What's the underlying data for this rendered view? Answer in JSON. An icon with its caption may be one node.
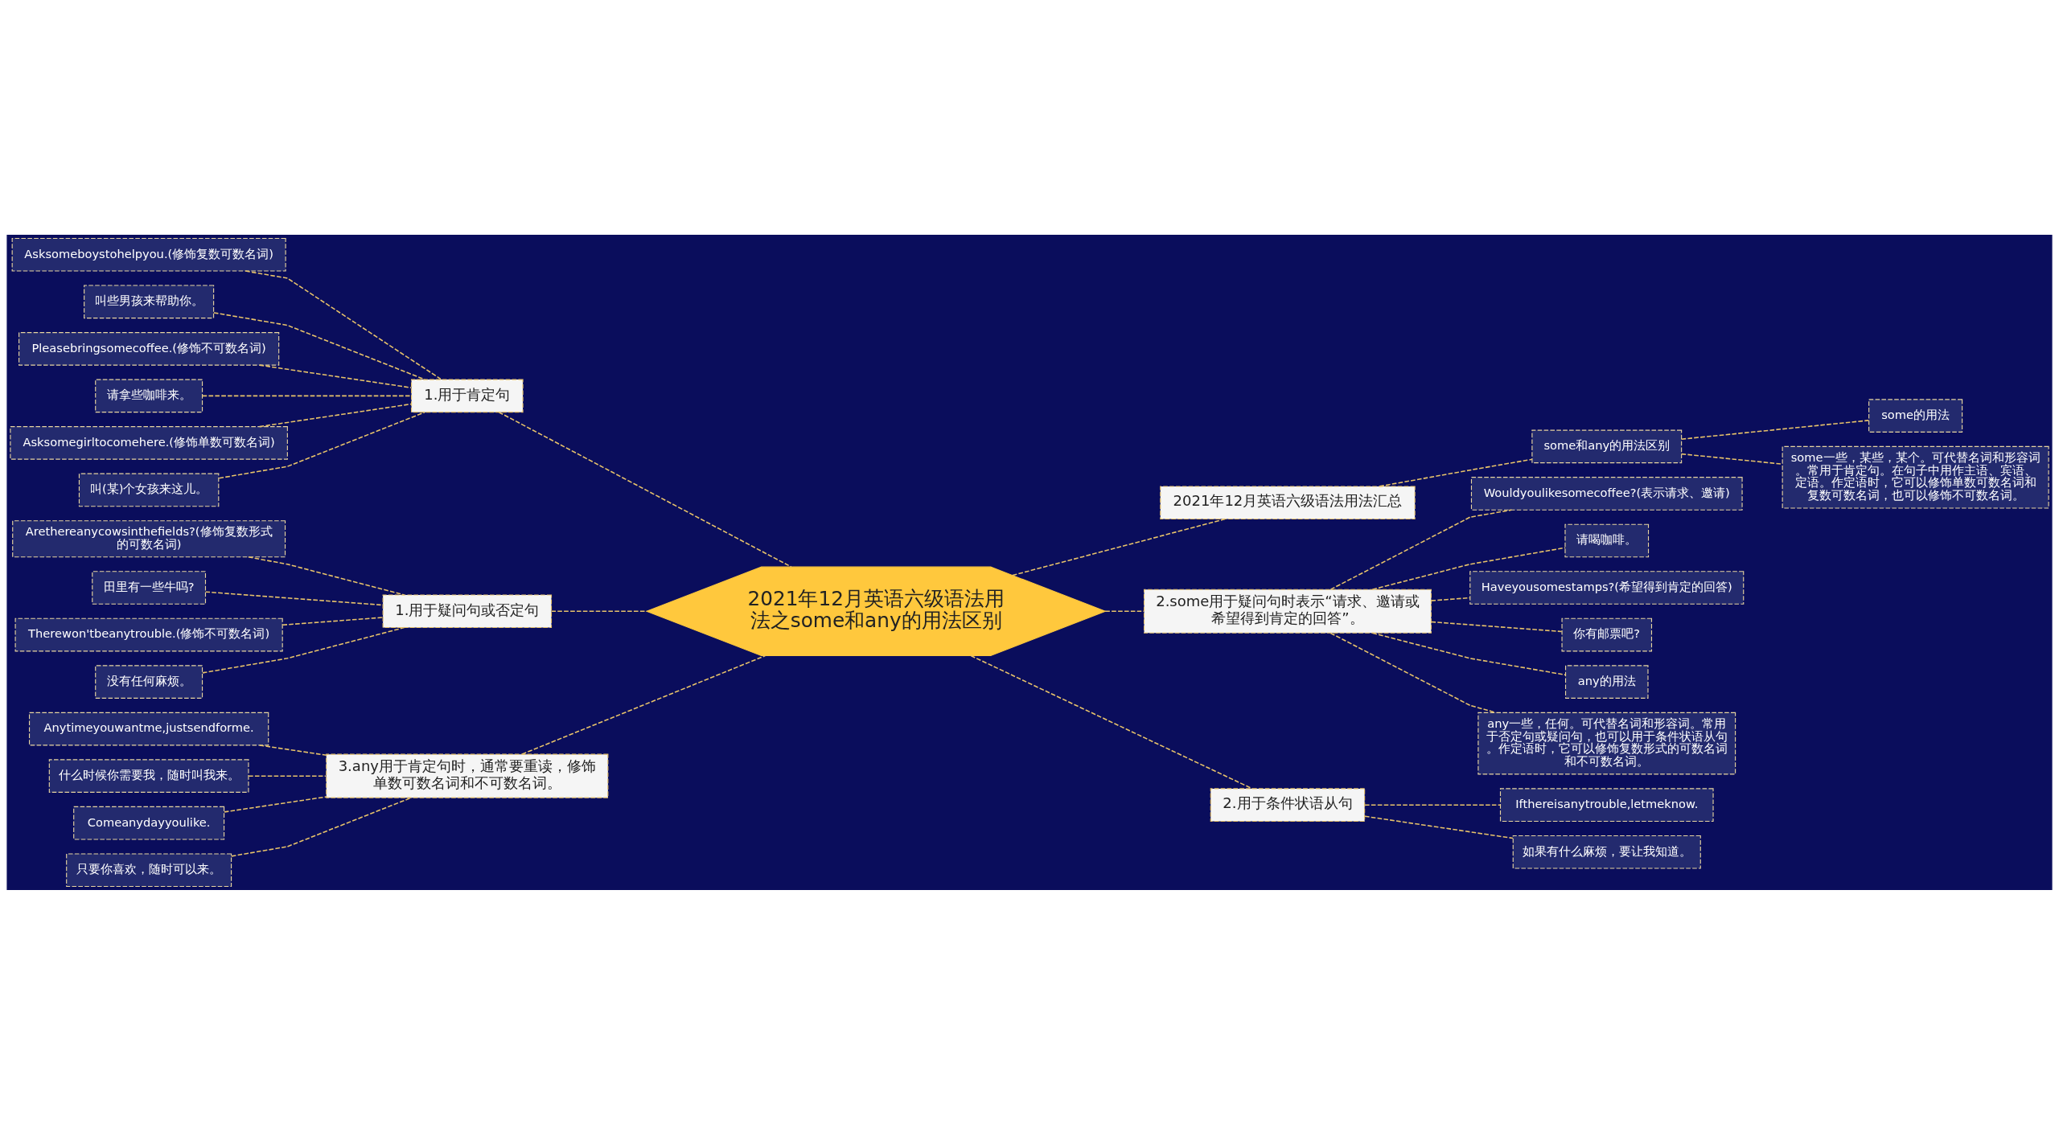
{
  "diagram": {
    "nodes": [
      {
        "text": [
          "2021年12月英语六级语法用法之some和any的用法区别"
        ]
      },
      {
        "text": [
          "1.用于肯定句"
        ]
      },
      {
        "text": [
          "Asksomeboystohelpyou.(修饰复数可数名词)"
        ]
      },
      {
        "text": [
          "叫些男孩来帮助你。"
        ]
      },
      {
        "text": [
          "Pleasebringsomecoffee.(修饰不可数名词)"
        ]
      },
      {
        "text": [
          "请拿些咖啡来。"
        ]
      },
      {
        "text": [
          "Asksomegirltocomehere.(修饰单数可数名词)"
        ]
      },
      {
        "text": [
          "叫(某)个女孩来这儿。"
        ]
      },
      {
        "text": [
          "1.用于疑问句或否定句"
        ]
      },
      {
        "text": [
          "Arethereanycowsinthefields?(修饰复数形式的可数名词)"
        ]
      },
      {
        "text": [
          "田里有一些牛吗?"
        ]
      },
      {
        "text": [
          "Therewon'tbeanytrouble.(修饰不可数名词)"
        ]
      },
      {
        "text": [
          "没有任何麻烦。"
        ]
      },
      {
        "text": [
          "3.any用于肯定句时，通常要重读，修饰单数可数名词和不可数名词。"
        ]
      },
      {
        "text": [
          "Anytimeyouwantme,justsendforme."
        ]
      },
      {
        "text": [
          "什么时候你需要我，随时叫我来。"
        ]
      },
      {
        "text": [
          "Comeanydayyoulike."
        ]
      },
      {
        "text": [
          "只要你喜欢，随时可以来。"
        ]
      },
      {
        "text": [
          "2021年12月英语六级语法用法汇总"
        ]
      },
      {
        "text": [
          "some和any的用法区别"
        ]
      },
      {
        "text": [
          "some的用法"
        ]
      },
      {
        "text": [
          "some一些，某些，某个。可代替名词和形容词。常用于肯定句。在句子中用作主语、宾语、定语。作定语时，它可以修饰单数可数名词和复数可数名词，也可以修饰不可数名词。"
        ]
      },
      {
        "text": [
          "2.some用于疑问句时表示“请求、邀请或希望得到肯定的回答”。"
        ]
      },
      {
        "text": [
          "Wouldyoulikesomecoffee?(表示请求、邀请)"
        ]
      },
      {
        "text": [
          "请喝咖啡。"
        ]
      },
      {
        "text": [
          "Haveyousomestamps?(希望得到肯定的回答)"
        ]
      },
      {
        "text": [
          "你有邮票吧?"
        ]
      },
      {
        "text": [
          "any的用法"
        ]
      },
      {
        "text": [
          "any一些，任何。可代替名词和形容词。常用于否定句或疑问句，也可以用于条件状语从句。作定语时，它可以修饰复数形式的可数名词和不可数名词。"
        ]
      },
      {
        "text": [
          "2.用于条件状语从句"
        ]
      },
      {
        "text": [
          "Ifthereisanytrouble,letmeknow."
        ]
      },
      {
        "text": [
          "如果有什么麻烦，要让我知道。"
        ]
      }
    ],
    "edges": [
      {
        "from": 0,
        "to": 1,
        "arrow": "none",
        "style": "dashed"
      },
      {
        "from": 1,
        "to": 2,
        "arrow": "none",
        "style": "dashed"
      },
      {
        "from": 1,
        "to": 3,
        "arrow": "none",
        "style": "dashed"
      },
      {
        "from": 1,
        "to": 4,
        "arrow": "none",
        "style": "dashed"
      },
      {
        "from": 1,
        "to": 5,
        "arrow": "none",
        "style": "dashed"
      },
      {
        "from": 1,
        "to": 6,
        "arrow": "none",
        "style": "dashed"
      },
      {
        "from": 1,
        "to": 7,
        "arrow": "none",
        "style": "dashed"
      },
      {
        "from": 0,
        "to": 8,
        "arrow": "none",
        "style": "dashed"
      },
      {
        "from": 8,
        "to": 9,
        "arrow": "none",
        "style": "dashed"
      },
      {
        "from": 8,
        "to": 10,
        "arrow": "none",
        "style": "dashed"
      },
      {
        "from": 8,
        "to": 11,
        "arrow": "none",
        "style": "dashed"
      },
      {
        "from": 8,
        "to": 12,
        "arrow": "none",
        "style": "dashed"
      },
      {
        "from": 0,
        "to": 13,
        "arrow": "none",
        "style": "dashed"
      },
      {
        "from": 13,
        "to": 14,
        "arrow": "none",
        "style": "dashed"
      },
      {
        "from": 13,
        "to": 15,
        "arrow": "none",
        "style": "dashed"
      },
      {
        "from": 13,
        "to": 16,
        "arrow": "none",
        "style": "dashed"
      },
      {
        "from": 13,
        "to": 17,
        "arrow": "none",
        "style": "dashed"
      },
      {
        "from": 0,
        "to": 18,
        "arrow": "none",
        "style": "dashed"
      },
      {
        "from": 18,
        "to": 19,
        "arrow": "none",
        "style": "dashed"
      },
      {
        "from": 19,
        "to": 20,
        "arrow": "none",
        "style": "dashed"
      },
      {
        "from": 19,
        "to": 21,
        "arrow": "none",
        "style": "dashed"
      },
      {
        "from": 0,
        "to": 22,
        "arrow": "none",
        "style": "dashed"
      },
      {
        "from": 22,
        "to": 23,
        "arrow": "none",
        "style": "dashed"
      },
      {
        "from": 22,
        "to": 24,
        "arrow": "none",
        "style": "dashed"
      },
      {
        "from": 22,
        "to": 25,
        "arrow": "none",
        "style": "dashed"
      },
      {
        "from": 22,
        "to": 26,
        "arrow": "none",
        "style": "dashed"
      },
      {
        "from": 22,
        "to": 27,
        "arrow": "none",
        "style": "dashed"
      },
      {
        "from": 22,
        "to": 28,
        "arrow": "none",
        "style": "dashed"
      },
      {
        "from": 0,
        "to": 29,
        "arrow": "none",
        "style": "dashed"
      },
      {
        "from": 29,
        "to": 30,
        "arrow": "none",
        "style": "dashed"
      },
      {
        "from": 29,
        "to": 31,
        "arrow": "none",
        "style": "dashed"
      }
    ]
  }
}
